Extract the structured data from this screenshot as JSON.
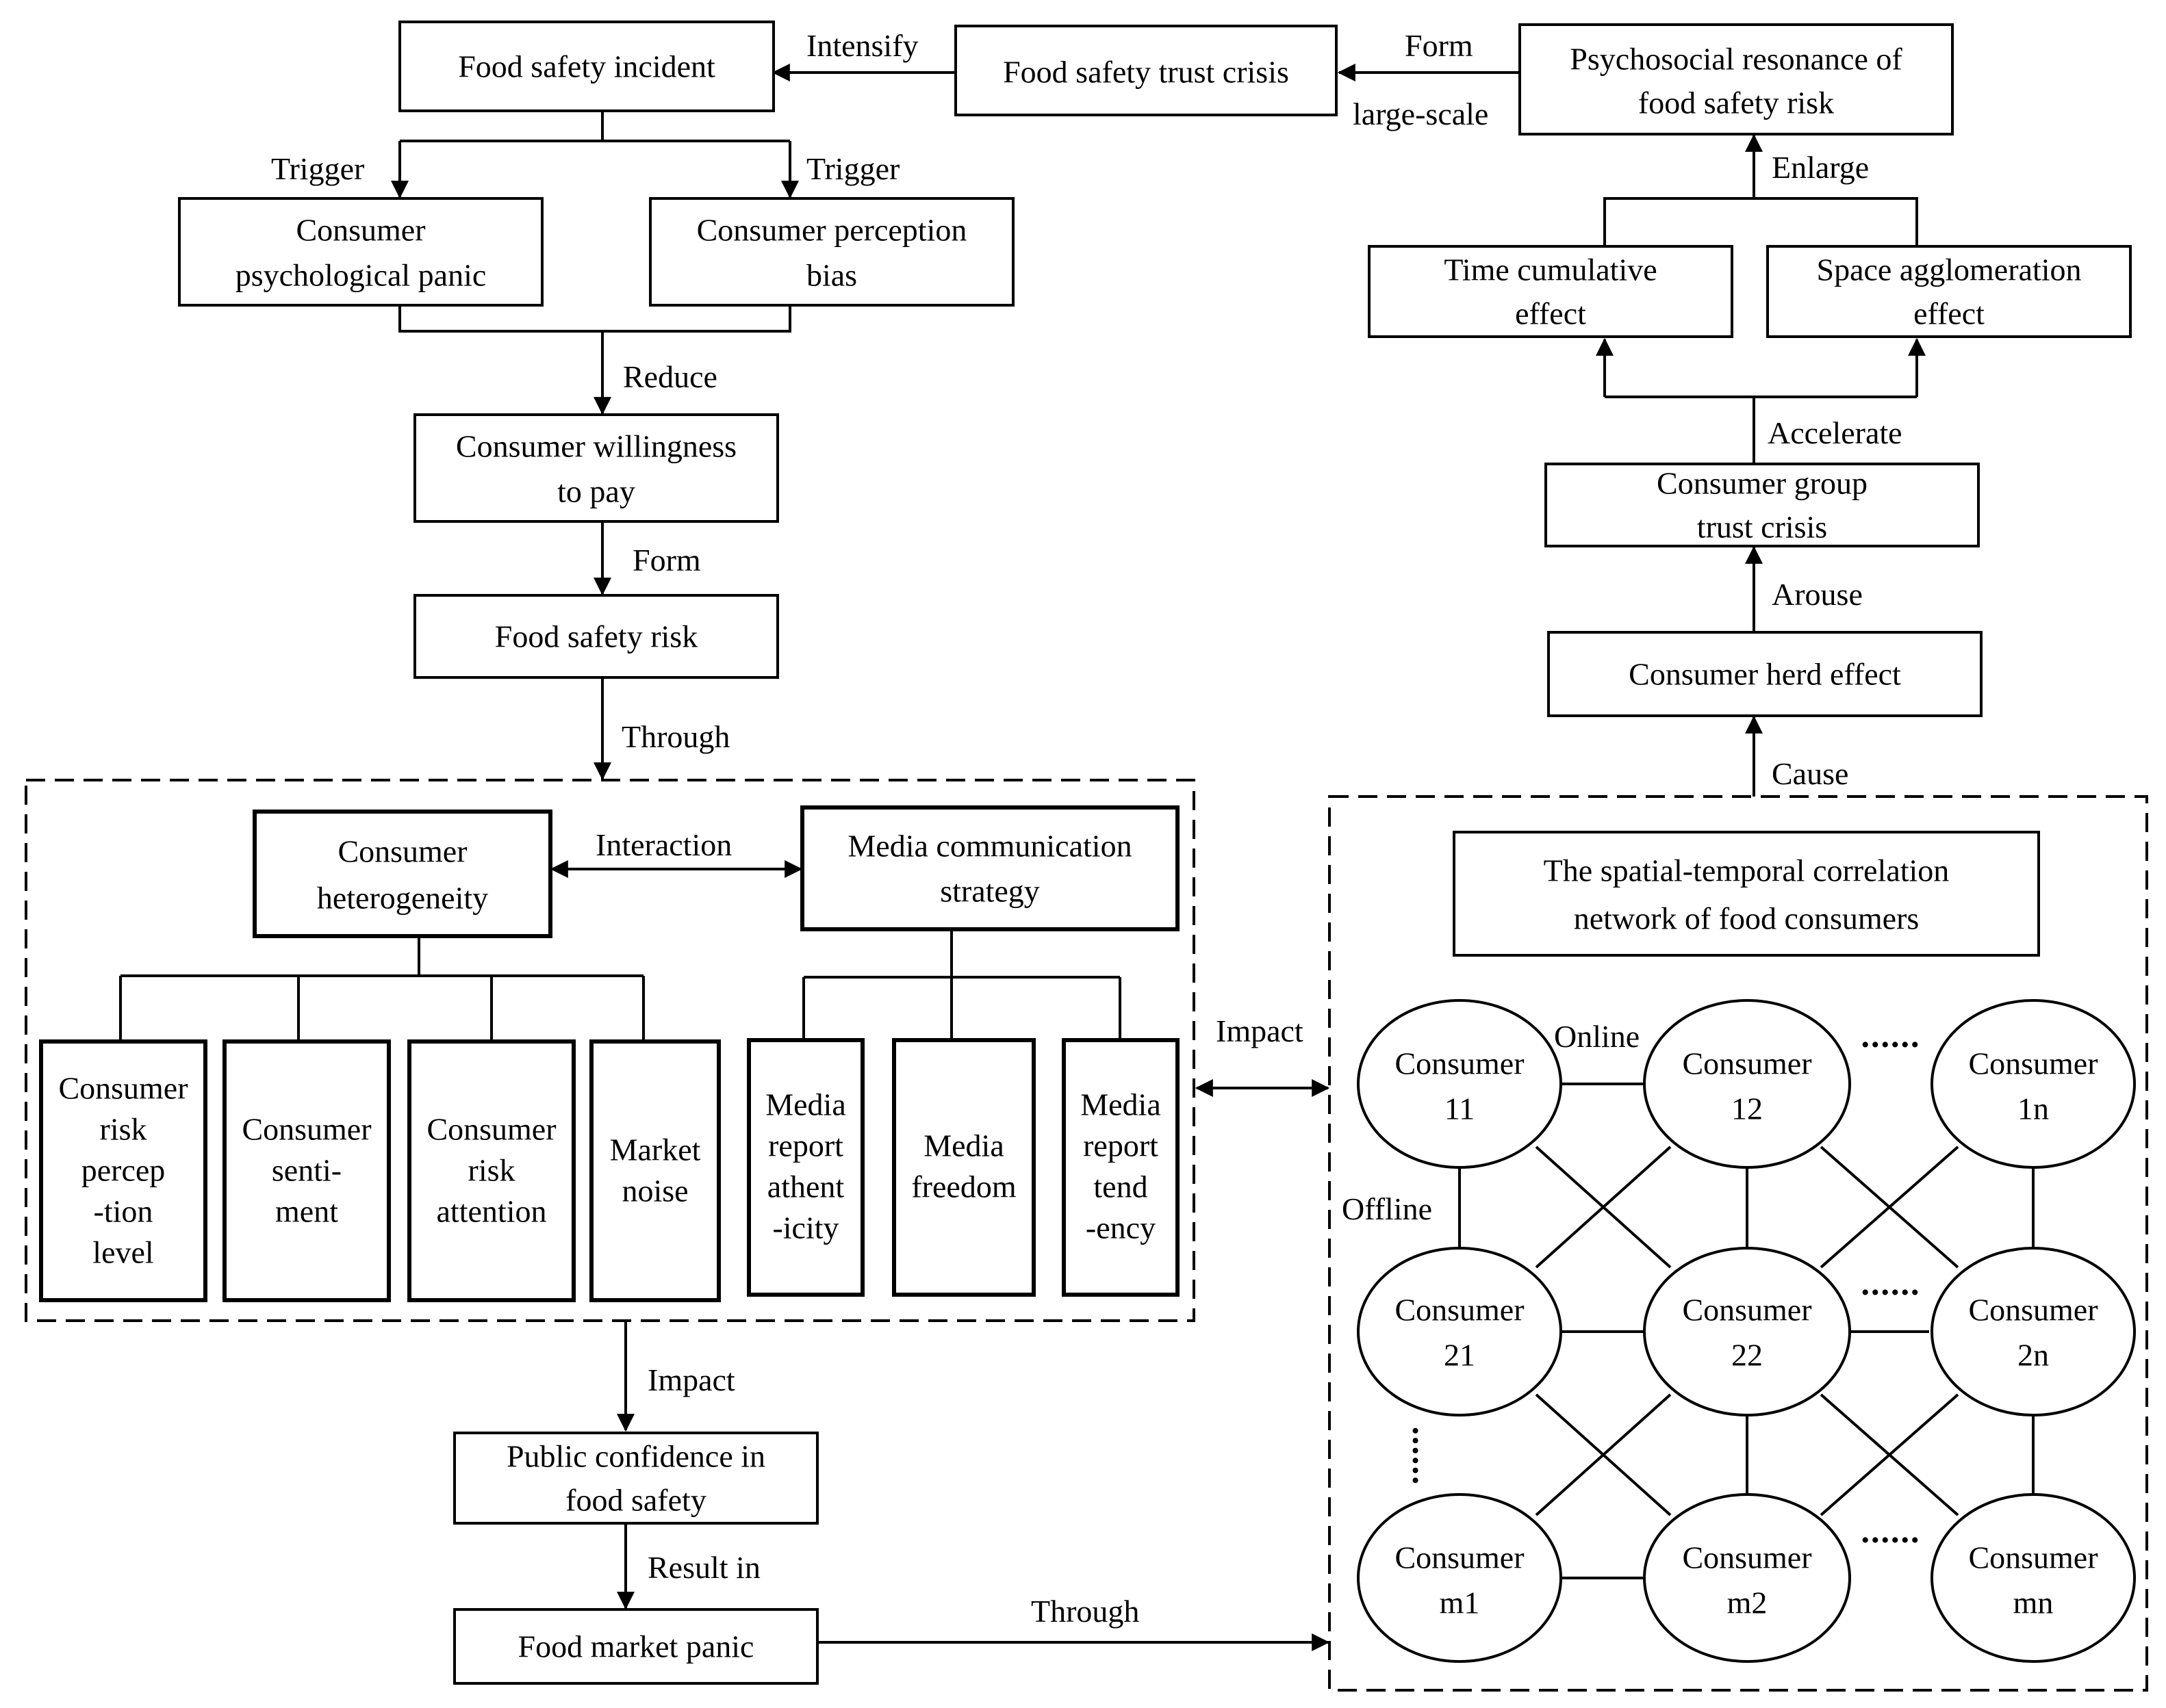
{
  "boxes": {
    "food_safety_incident": "Food safety incident",
    "food_safety_trust_crisis": "Food safety trust crisis",
    "psychosocial_resonance": [
      "Psychosocial resonance of",
      "food safety risk"
    ],
    "consumer_psychological_panic": [
      "Consumer",
      "psychological panic"
    ],
    "consumer_perception_bias": [
      "Consumer perception",
      "bias"
    ],
    "consumer_willingness": [
      "Consumer willingness",
      "to pay"
    ],
    "food_safety_risk": "Food safety risk",
    "time_cumulative": [
      "Time cumulative",
      "effect"
    ],
    "space_agglomeration": [
      "Space agglomeration",
      "effect"
    ],
    "consumer_group_trust_crisis": [
      "Consumer group",
      "trust crisis"
    ],
    "consumer_herd_effect": "Consumer herd effect",
    "consumer_heterogeneity": [
      "Consumer",
      "heterogeneity"
    ],
    "media_strategy": [
      "Media communication",
      "strategy"
    ],
    "risk_perception_level": [
      "Consumer",
      "risk",
      "percep",
      "-tion",
      "level"
    ],
    "consumer_sentiment": [
      "Consumer",
      "senti-",
      "ment"
    ],
    "consumer_risk_attention": [
      "Consumer",
      "risk",
      "attention"
    ],
    "market_noise": [
      "Market",
      "noise"
    ],
    "media_authenticity": [
      "Media",
      "report",
      "athent",
      "-icity"
    ],
    "media_freedom": [
      "Media",
      "freedom"
    ],
    "media_tendency": [
      "Media",
      "report",
      "tend",
      "-ency"
    ],
    "public_confidence": [
      "Public confidence in",
      "food safety"
    ],
    "food_market_panic": "Food market panic",
    "network_title": [
      "The spatial-temporal correlation",
      "network of food consumers"
    ]
  },
  "labels": {
    "intensify": "Intensify",
    "form_top": "Form",
    "large_scale": "large-scale",
    "trigger_left": "Trigger",
    "trigger_right": "Trigger",
    "reduce": "Reduce",
    "form_mid": "Form",
    "through_top": "Through",
    "enlarge": "Enlarge",
    "accelerate": "Accelerate",
    "arouse": "Arouse",
    "cause": "Cause",
    "interaction": "Interaction",
    "impact_side": "Impact",
    "impact_down": "Impact",
    "result_in": "Result in",
    "through_bottom": "Through",
    "online": "Online",
    "offline": "Offline"
  },
  "consumers": {
    "c11": [
      "Consumer",
      "11"
    ],
    "c12": [
      "Consumer",
      "12"
    ],
    "c1n": [
      "Consumer",
      "1n"
    ],
    "c21": [
      "Consumer",
      "21"
    ],
    "c22": [
      "Consumer",
      "22"
    ],
    "c2n": [
      "Consumer",
      "2n"
    ],
    "cm1": [
      "Consumer",
      "m1"
    ],
    "cm2": [
      "Consumer",
      "m2"
    ],
    "cmn": [
      "Consumer",
      "mn"
    ]
  },
  "ellipsis": "......"
}
